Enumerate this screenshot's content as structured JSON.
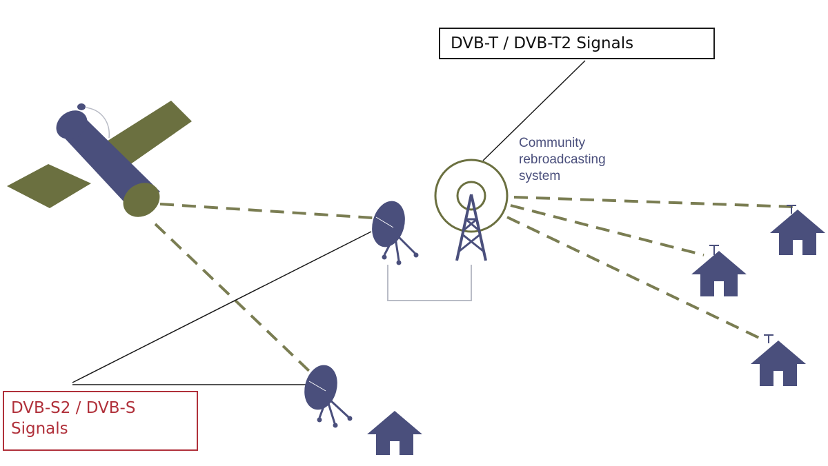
{
  "labels": {
    "terrestrial": "DVB-T / DVB-T2 Signals",
    "satellite_line1": "DVB-S2 / DVB-S",
    "satellite_line2": "Signals",
    "community": [
      "Community",
      "rebroadcasting",
      "system"
    ]
  },
  "colors": {
    "navy": "#4a4f7c",
    "olive": "#6b7040",
    "dash": "#7a7d52",
    "cable": "#b9bcc6",
    "leader": "#1a1a1a",
    "red_box": "#b0303a"
  },
  "icons": [
    "satellite-icon",
    "satellite-dish-icon",
    "broadcast-tower-icon",
    "house-icon",
    "house-antenna-icon"
  ]
}
